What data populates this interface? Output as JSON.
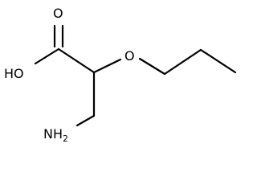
{
  "molecule": {
    "atoms": {
      "carbonyl_oxygen": "O",
      "hydroxyl": "HO",
      "ether_oxygen": "O",
      "amine": "NH",
      "amine_subscript": "2"
    },
    "colors": {
      "bond": "#000000",
      "label": "#000000",
      "background": "#ffffff"
    }
  }
}
